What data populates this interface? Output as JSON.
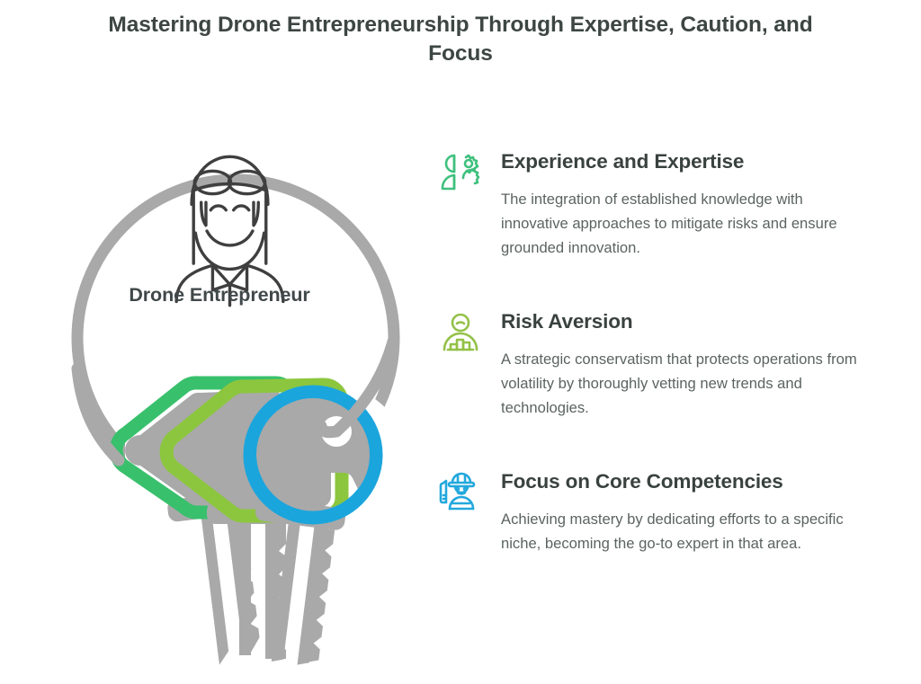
{
  "title": "Mastering Drone Entrepreneurship Through Expertise, Caution, and Focus",
  "center": {
    "label": "Drone Entrepreneur",
    "avatar_icon": "pilot-face-icon",
    "ring_color": "#a9a9a9"
  },
  "keys": [
    {
      "name": "key-green",
      "color": "#39c06c",
      "body_color": "#a9a9a9"
    },
    {
      "name": "key-lime",
      "color": "#8cc63e",
      "body_color": "#a9a9a9"
    },
    {
      "name": "key-blue",
      "color": "#1ba5dd",
      "body_color": "#a9a9a9"
    }
  ],
  "points": [
    {
      "icon": "person-gear-icon",
      "icon_color": "#3fc07d",
      "heading": "Experience and Expertise",
      "body": "The integration of established knowledge with innovative approaches to mitigate risks and ensure grounded innovation."
    },
    {
      "icon": "person-chart-icon",
      "icon_color": "#93c147",
      "heading": "Risk Aversion",
      "body": "A strategic conservatism that protects operations from volatility by thoroughly vetting new trends and technologies."
    },
    {
      "icon": "person-cap-device-icon",
      "icon_color": "#23a8dd",
      "heading": "Focus on Core Competencies",
      "body": "Achieving mastery by dedicating efforts to a specific niche, becoming the go-to expert in that area."
    }
  ],
  "colors": {
    "title_text": "#3d4642",
    "heading_text": "#39423e",
    "body_text": "#5b6460",
    "gray": "#a9a9a9",
    "background": "#ffffff"
  }
}
